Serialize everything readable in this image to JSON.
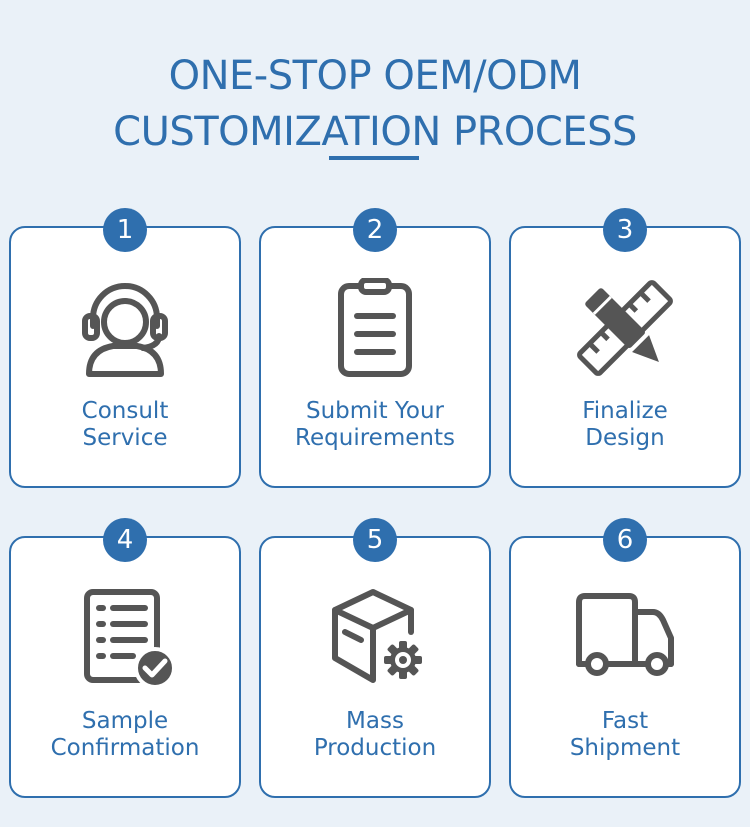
{
  "header": {
    "title_line1": "ONE-STOP OEM/ODM",
    "title_line2": "CUSTOMIZATION PROCESS"
  },
  "colors": {
    "accent": "#2f6fae",
    "icon": "#555555",
    "background": "#eaf1f8"
  },
  "steps": [
    {
      "number": "1",
      "line1": "Consult",
      "line2": "Service",
      "icon": "headset-agent-icon"
    },
    {
      "number": "2",
      "line1": "Submit Your",
      "line2": "Requirements",
      "icon": "clipboard-icon"
    },
    {
      "number": "3",
      "line1": "Finalize",
      "line2": "Design",
      "icon": "pencil-ruler-icon"
    },
    {
      "number": "4",
      "line1": "Sample",
      "line2": "Confirmation",
      "icon": "checklist-icon"
    },
    {
      "number": "5",
      "line1": "Mass",
      "line2": "Production",
      "icon": "box-gear-icon"
    },
    {
      "number": "6",
      "line1": "Fast",
      "line2": "Shipment",
      "icon": "truck-icon"
    }
  ]
}
